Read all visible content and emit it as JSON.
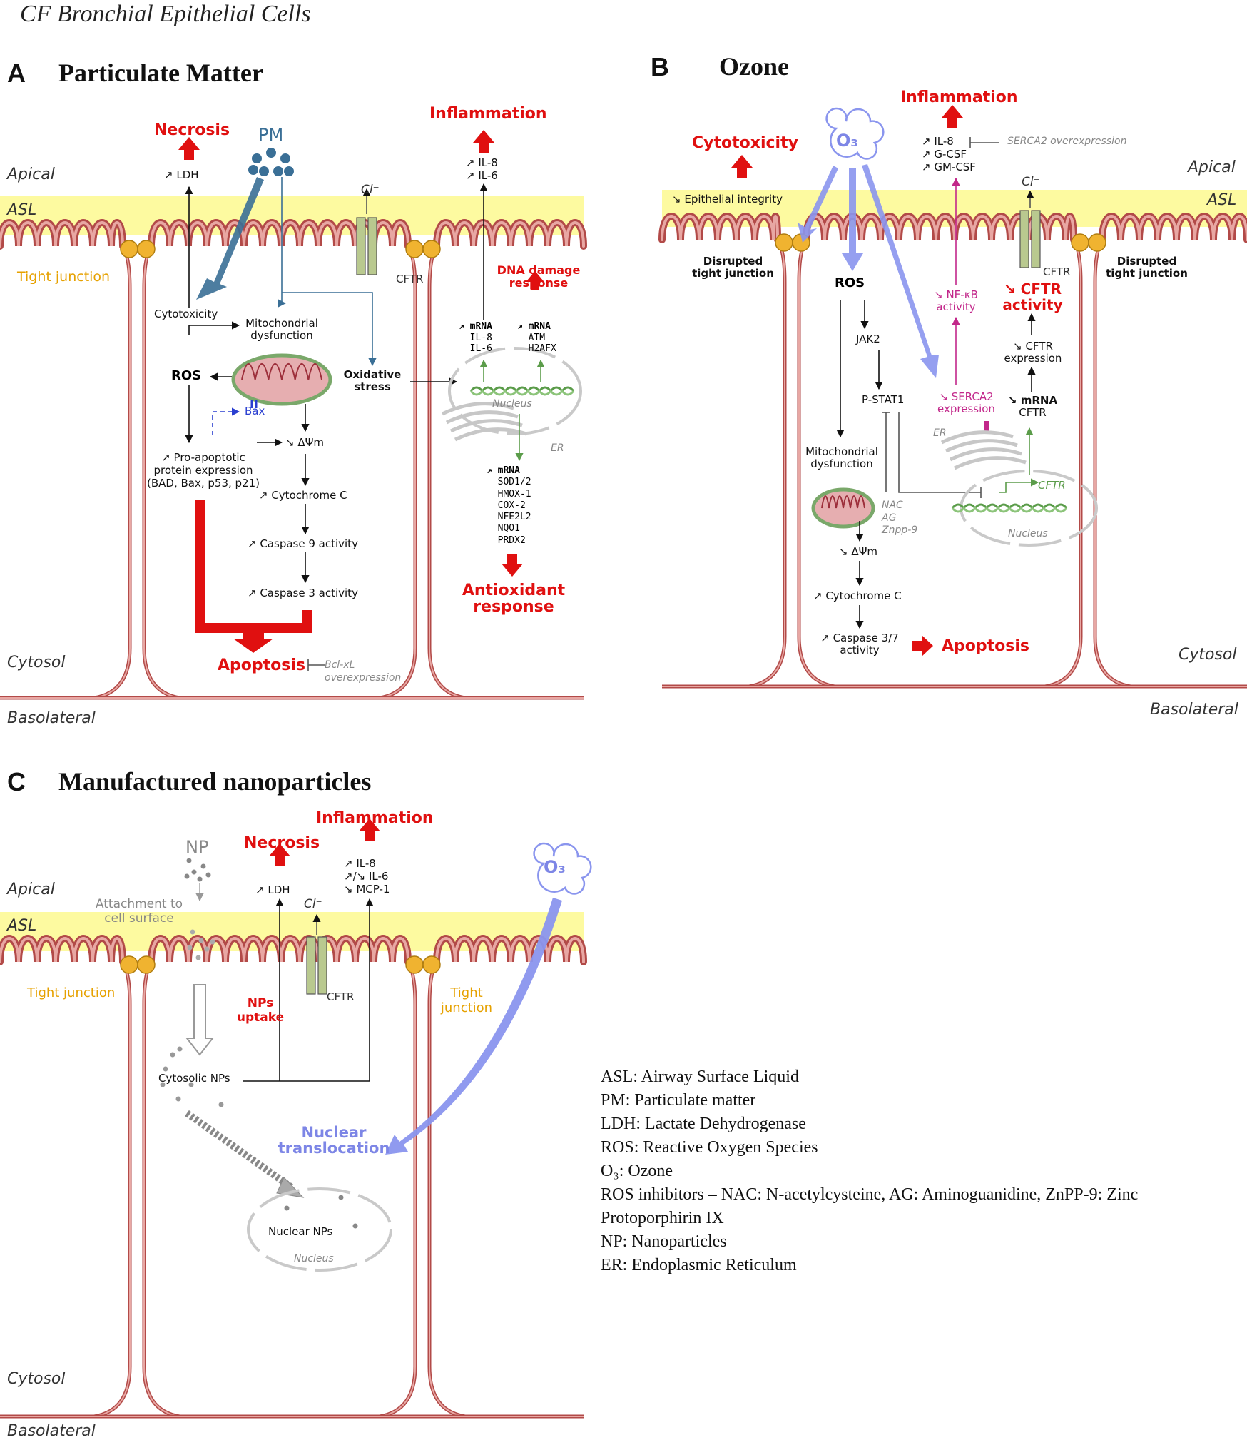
{
  "figure_title": "CF Bronchial Epithelial Cells",
  "panel_a": {
    "letter": "A",
    "title": "Particulate Matter",
    "apical": "Apical",
    "asl": "ASL",
    "cytosol": "Cytosol",
    "basolateral": "Basolateral",
    "tight_junction": "Tight junction",
    "pm": "PM",
    "necrosis": "Necrosis",
    "ldh": "↗ LDH",
    "inflammation": "Inflammation",
    "il8": "↗ IL-8",
    "il6": "↗ IL-6",
    "cl": "Cl⁻",
    "cftr": "CFTR",
    "dna_damage": "DNA damage",
    "response": "response",
    "cytotoxicity": "Cytotoxicity",
    "mito_dysfunction_1": "Mitochondrial",
    "mito_dysfunction_2": "dysfunction",
    "ros": "ROS",
    "bax": "Bax",
    "oxidative_1": "Oxidative",
    "oxidative_2": "stress",
    "mrna1_title": "↗ mRNA",
    "mrna1_line1": "IL-8",
    "mrna1_line2": "IL-6",
    "mrna2_title": "↗ mRNA",
    "mrna2_line1": "ATM",
    "mrna2_line2": "H2AFX",
    "nucleus": "Nucleus",
    "er": "ER",
    "delta_psi": "↘ ΔΨm",
    "pro_apop_1": "↗ Pro-apoptotic",
    "pro_apop_2": "protein expression",
    "pro_apop_3": "(BAD, Bax, p53, p21)",
    "cytochrome": "↗ Cytochrome C",
    "caspase9": "↗ Caspase 9 activity",
    "caspase3": "↗ Caspase 3 activity",
    "apoptosis": "Apoptosis",
    "bclxl_1": "Bcl-xL",
    "bclxl_2": "overexpression",
    "mrna3_title": "↗ mRNA",
    "mrna3_items": [
      "SOD1/2",
      "HMOX-1",
      "COX-2",
      "NFE2L2",
      "NQO1",
      "PRDX2"
    ],
    "antioxidant_1": "Antioxidant",
    "antioxidant_2": "response"
  },
  "panel_b": {
    "letter": "B",
    "title": "Ozone",
    "o3": "O₃",
    "cytotoxicity": "Cytotoxicity",
    "inflammation": "Inflammation",
    "il8": "↗ IL-8",
    "gcsf": "↗ G-CSF",
    "gmcsf": "↗ GM-CSF",
    "serca_over": "SERCA2 overexpression",
    "apical": "Apical",
    "asl": "ASL",
    "epithelial": "↘ Epithelial integrity",
    "cl": "Cl⁻",
    "disrupted_1": "Disrupted",
    "disrupted_2": "tight junction",
    "cftr": "CFTR",
    "ros": "ROS",
    "nfkb_1": "↘ NF-κB",
    "nfkb_2": "activity",
    "cftr_act_1": "↘ CFTR",
    "cftr_act_2": "activity",
    "jak2": "JAK2",
    "cftr_expr_1": "↘ CFTR",
    "cftr_expr_2": "expression",
    "pstat1": "P-STAT1",
    "serca2_1": "↘ SERCA2",
    "serca2_2": "expression",
    "mrna_1": "↘ mRNA",
    "mrna_2": "CFTR",
    "er": "ER",
    "mito_1": "Mitochondrial",
    "mito_2": "dysfunction",
    "cftr_gene": "CFTR",
    "nac": "NAC",
    "ag": "AG",
    "znpp": "Znpp-9",
    "nucleus": "Nucleus",
    "delta_psi": "↘ ΔΨm",
    "cytochrome": "↗ Cytochrome C",
    "caspase_1": "↗ Caspase 3/7",
    "caspase_2": "activity",
    "apoptosis": "Apoptosis",
    "cytosol": "Cytosol",
    "basolateral": "Basolateral"
  },
  "panel_c": {
    "letter": "C",
    "title": "Manufactured nanoparticles",
    "inflammation": "Inflammation",
    "necrosis": "Necrosis",
    "np": "NP",
    "il8": "↗ IL-8",
    "il6": "↗/↘ IL-6",
    "mcp1": "↘ MCP-1",
    "o3": "O₃",
    "apical": "Apical",
    "ldh": "↗ LDH",
    "attach_1": "Attachment to",
    "attach_2": "cell surface",
    "cl": "Cl⁻",
    "asl": "ASL",
    "tight_left": "Tight junction",
    "tight_right_1": "Tight",
    "tight_right_2": "junction",
    "cftr": "CFTR",
    "nps_1": "NPs",
    "nps_2": "uptake",
    "cytosolic": "Cytosolic NPs",
    "nuclear_trans_1": "Nuclear",
    "nuclear_trans_2": "translocation",
    "nuclear_nps": "Nuclear NPs",
    "nucleus": "Nucleus",
    "cytosol": "Cytosol",
    "basolateral": "Basolateral"
  },
  "legend": [
    "ASL: Airway Surface Liquid",
    "PM: Particulate matter",
    "LDH: Lactate Dehydrogenase",
    "ROS: Reactive Oxygen Species",
    "O₃: Ozone",
    "ROS inhibitors – NAC: N-acetylcysteine, AG: Aminoguanidine, ZnPP-9: Zinc",
    "Protoporphirin IX",
    "NP: Nanoparticles",
    "ER: Endoplasmic Reticulum"
  ],
  "colors": {
    "asl": "#fdfaa0",
    "membrane": "#b24a48",
    "membrane_fill": "#e8a7a3",
    "junction": "#f0b330",
    "red": "#e01010",
    "pm_blue": "#3a6f96",
    "ozone": "#8a95ee",
    "pink": "#c2278a",
    "dna": "#5b9c4a"
  }
}
